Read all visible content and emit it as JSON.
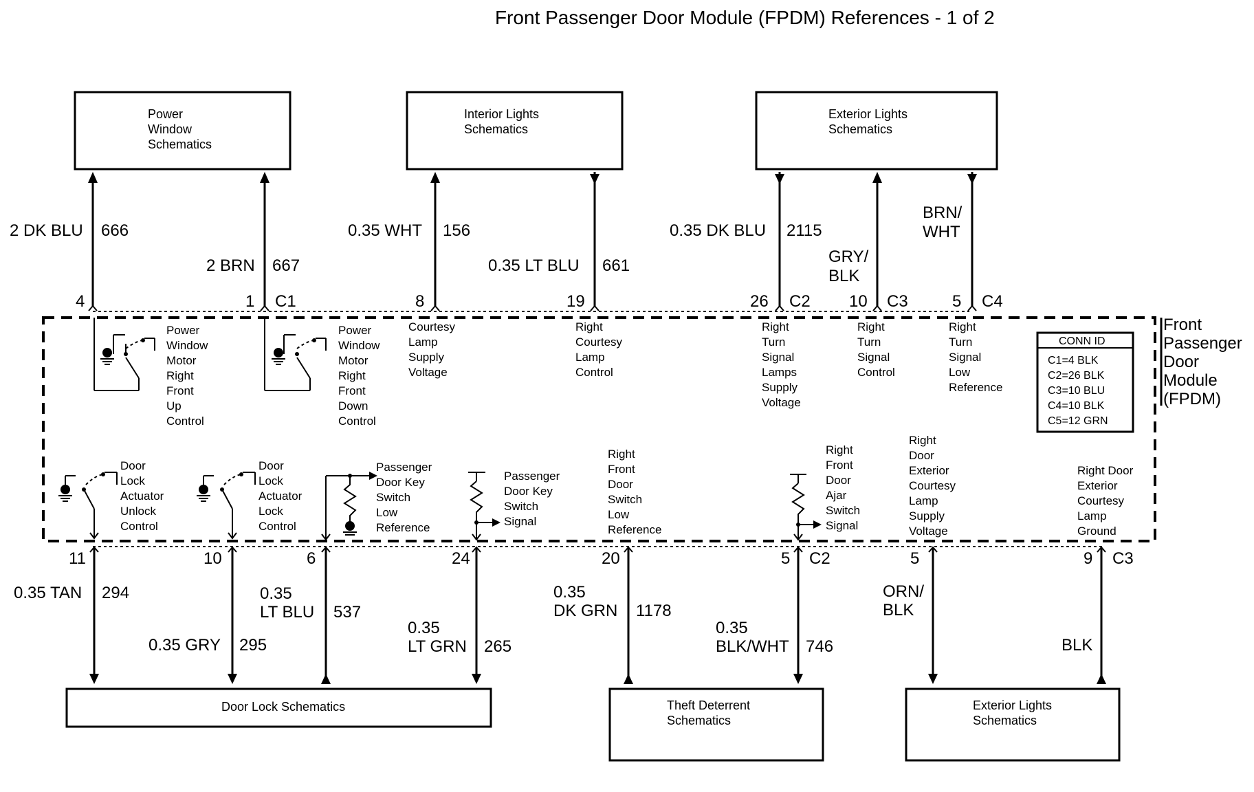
{
  "title": "Front Passenger Door Module (FPDM) References - 1 of 2",
  "top_boxes": [
    {
      "id": "power-window",
      "lines": [
        "Power",
        "Window",
        "Schematics"
      ]
    },
    {
      "id": "interior-lights",
      "lines": [
        "Interior Lights",
        "Schematics"
      ]
    },
    {
      "id": "exterior-lights-top",
      "lines": [
        "Exterior Lights",
        "Schematics"
      ]
    }
  ],
  "bottom_boxes": [
    {
      "id": "door-lock",
      "lines": [
        "Door Lock Schematics"
      ]
    },
    {
      "id": "theft-deterrent",
      "lines": [
        "Theft Deterrent",
        "Schematics"
      ]
    },
    {
      "id": "exterior-lights-bottom",
      "lines": [
        "Exterior Lights",
        "Schematics"
      ]
    }
  ],
  "module_label": [
    "Front",
    "Passenger",
    "Door",
    "Module",
    "(FPDM)"
  ],
  "conn_id": {
    "header": "CONN ID",
    "rows": [
      "C1=4 BLK",
      "C2=26 BLK",
      "C3=10 BLU",
      "C4=10 BLK",
      "C5=12 GRN"
    ]
  },
  "top_circuits": [
    {
      "pin": "4",
      "conn": "",
      "color": [
        "2 DK BLU"
      ],
      "circuit": "666",
      "desc": [
        "Power",
        "Window",
        "Motor",
        "Right",
        "Front",
        "Up",
        "Control"
      ]
    },
    {
      "pin": "1",
      "conn": "C1",
      "color": [
        "2 BRN"
      ],
      "circuit": "667",
      "desc": [
        "Power",
        "Window",
        "Motor",
        "Right",
        "Front",
        "Down",
        "Control"
      ]
    },
    {
      "pin": "8",
      "conn": "",
      "color": [
        "0.35 WHT"
      ],
      "circuit": "156",
      "desc": [
        "Courtesy",
        "Lamp",
        "Supply",
        "Voltage"
      ]
    },
    {
      "pin": "19",
      "conn": "",
      "color": [
        "0.35 LT BLU"
      ],
      "circuit": "661",
      "desc": [
        "Right",
        "Courtesy",
        "Lamp",
        "Control"
      ]
    },
    {
      "pin": "26",
      "conn": "C2",
      "color": [
        "0.35 DK BLU"
      ],
      "circuit": "2115",
      "desc": [
        "Right",
        "Turn",
        "Signal",
        "Lamps",
        "Supply",
        "Voltage"
      ]
    },
    {
      "pin": "10",
      "conn": "C3",
      "color": [
        "GRY/",
        "BLK"
      ],
      "circuit": "",
      "desc": [
        "Right",
        "Turn",
        "Signal",
        "Control"
      ]
    },
    {
      "pin": "5",
      "conn": "C4",
      "color": [
        "BRN/",
        "WHT"
      ],
      "circuit": "",
      "desc": [
        "Right",
        "Turn",
        "Signal",
        "Low",
        "Reference"
      ]
    }
  ],
  "bottom_circuits": [
    {
      "pin": "11",
      "conn": "",
      "color": [
        "0.35 TAN"
      ],
      "circuit": "294",
      "desc": [
        "Door",
        "Lock",
        "Actuator",
        "Unlock",
        "Control"
      ]
    },
    {
      "pin": "10",
      "conn": "",
      "color": [
        "0.35 GRY"
      ],
      "circuit": "295",
      "desc": [
        "Door",
        "Lock",
        "Actuator",
        "Lock",
        "Control"
      ]
    },
    {
      "pin": "6",
      "conn": "",
      "color": [
        "0.35",
        "LT BLU"
      ],
      "circuit": "537",
      "desc": [
        "Passenger",
        "Door Key",
        "Switch",
        "Low",
        "Reference"
      ]
    },
    {
      "pin": "24",
      "conn": "",
      "color": [
        "0.35",
        "LT GRN"
      ],
      "circuit": "265",
      "desc": [
        "Passenger",
        "Door Key",
        "Switch",
        "Signal"
      ]
    },
    {
      "pin": "20",
      "conn": "",
      "color": [
        "0.35",
        "DK GRN"
      ],
      "circuit": "1178",
      "desc": [
        "Right",
        "Front",
        "Door",
        "Switch",
        "Low",
        "Reference"
      ]
    },
    {
      "pin": "5",
      "conn": "C2",
      "color": [
        "0.35",
        "BLK/WHT"
      ],
      "circuit": "746",
      "desc": [
        "Right",
        "Front",
        "Door",
        "Ajar",
        "Switch",
        "Signal"
      ]
    },
    {
      "pin": "5",
      "conn": "",
      "color": [
        "ORN/",
        "BLK"
      ],
      "circuit": "",
      "desc": [
        "Right",
        "Door",
        "Exterior",
        "Courtesy",
        "Lamp",
        "Supply",
        "Voltage"
      ]
    },
    {
      "pin": "9",
      "conn": "C3",
      "color": [
        "BLK"
      ],
      "circuit": "",
      "desc": [
        "Right Door",
        "Exterior",
        "Courtesy",
        "Lamp",
        "Ground"
      ]
    }
  ]
}
